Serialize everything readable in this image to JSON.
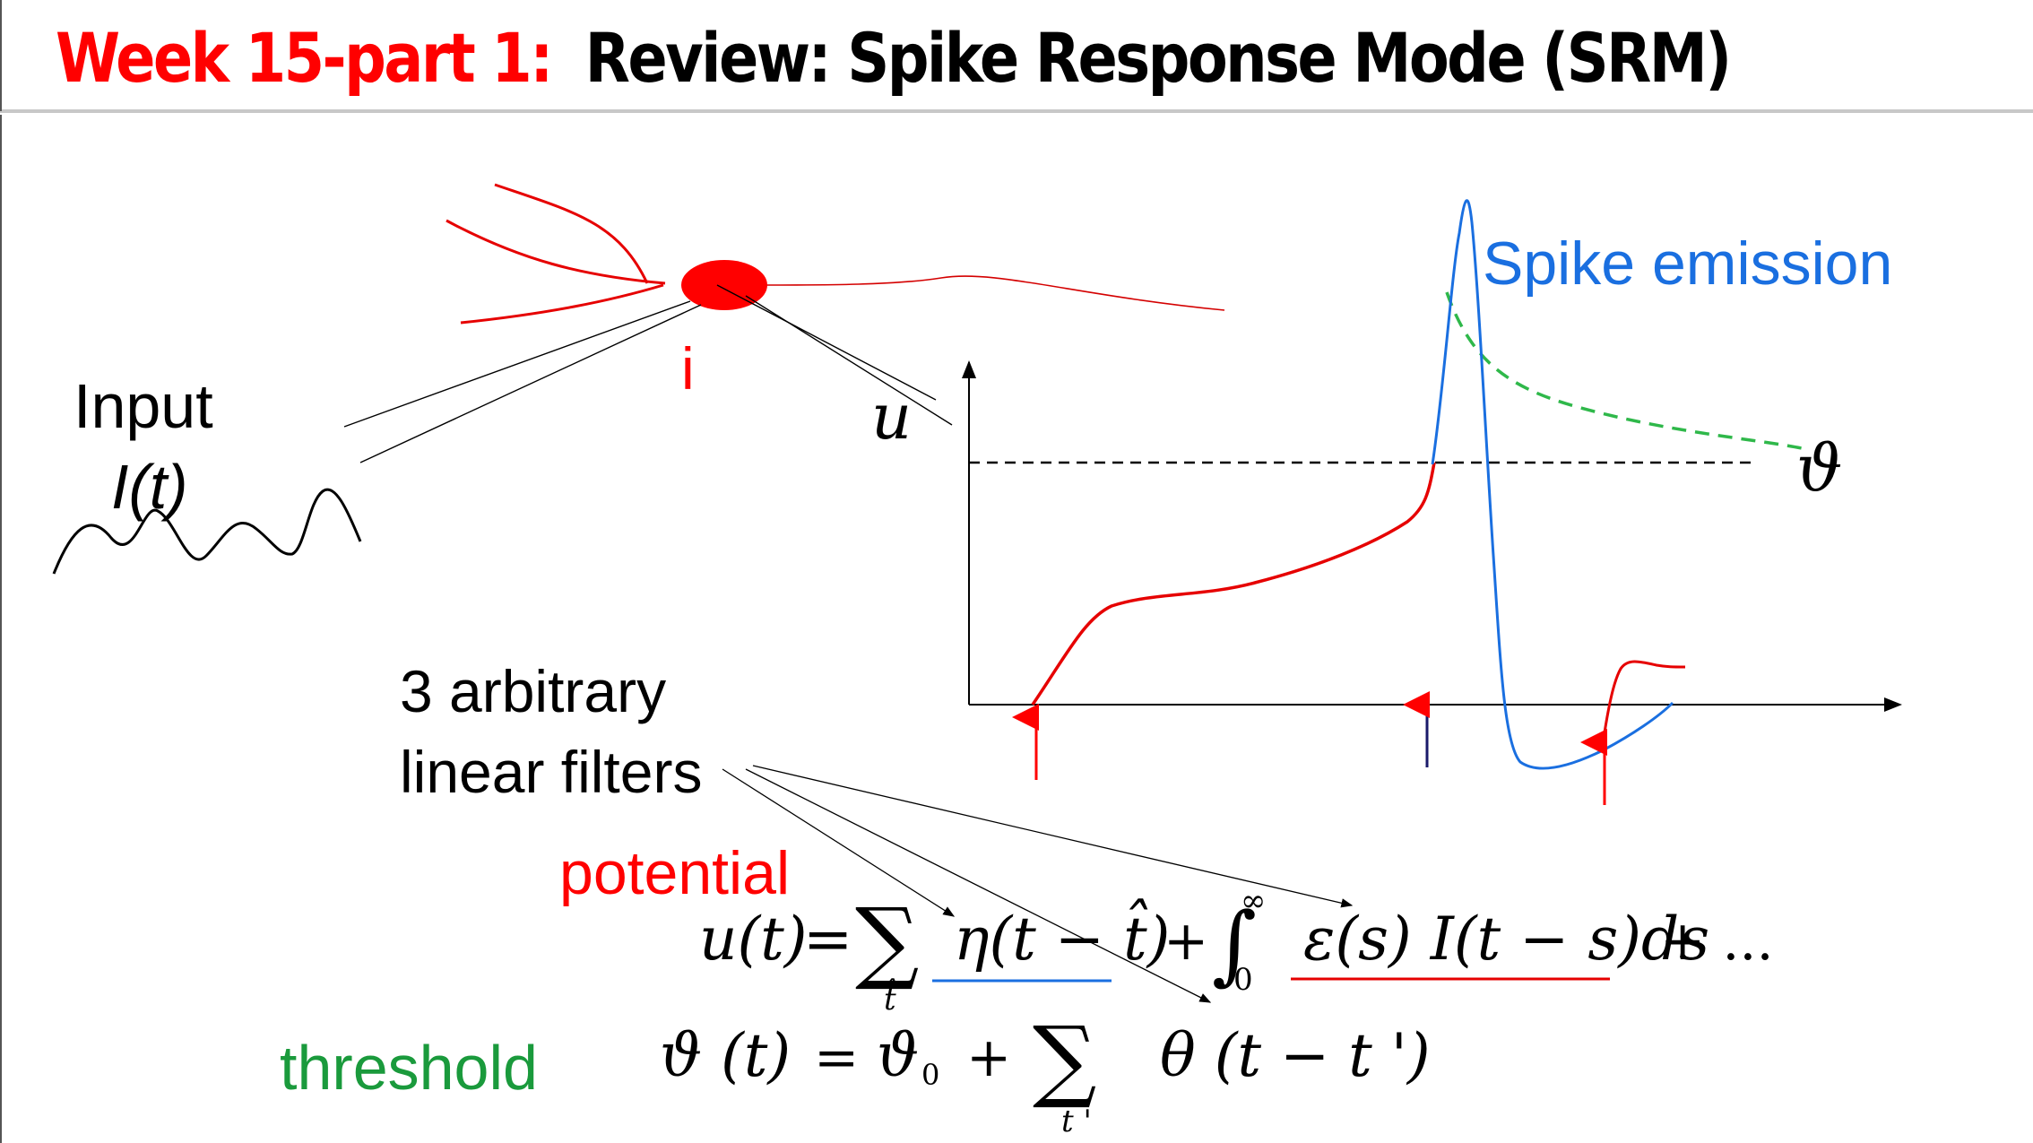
{
  "slide": {
    "title_prefix": "Week 15-part 1:",
    "title_main": "Review:  Spike Response Mode (SRM)",
    "colors": {
      "title_prefix": "#ff0000",
      "potential": "#ff0000",
      "spike": "#1a6fe0",
      "threshold": "#1a9a3c",
      "neuron": "#ff0000"
    }
  },
  "labels": {
    "input": "Input",
    "input_func": "I(t)",
    "neuron": "i",
    "u": "u",
    "threshold_symbol": "ϑ",
    "spike_emission": "Spike emission",
    "filters": "3 arbitrary\nlinear filters",
    "potential": "potential",
    "threshold": "threshold"
  },
  "equations": {
    "potential": {
      "lhs": "u(t)",
      "eq": "=",
      "sum": "∑",
      "sum_index": "t̂",
      "term1": "η(t − t̂)",
      "plus1": "+",
      "integral": "∫",
      "int_lower": "0",
      "int_upper": "∞",
      "term2": "ε(s) I(t − s)ds",
      "tail": "+ ..."
    },
    "threshold": {
      "lhs": "ϑ (t)",
      "eq": "=",
      "theta0": "ϑ",
      "theta0_sub": "0",
      "plus": "+",
      "sum": "∑",
      "sum_index": "t '",
      "term": "θ (t − t ')"
    }
  }
}
